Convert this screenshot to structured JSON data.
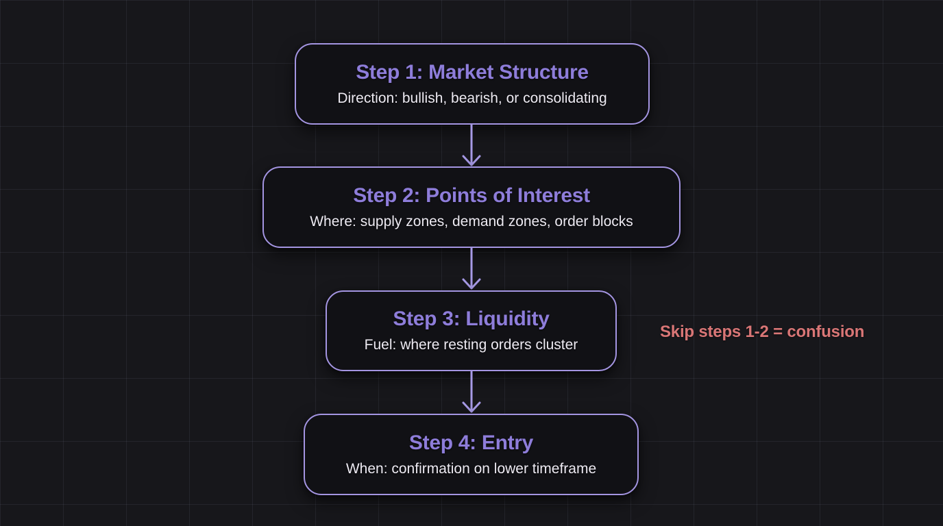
{
  "flowchart": {
    "steps": [
      {
        "title": "Step 1: Market Structure",
        "subtitle": "Direction: bullish, bearish, or consolidating"
      },
      {
        "title": "Step 2: Points of Interest",
        "subtitle": "Where: supply zones, demand zones, order blocks"
      },
      {
        "title": "Step 3: Liquidity",
        "subtitle": "Fuel: where resting orders cluster"
      },
      {
        "title": "Step 4: Entry",
        "subtitle": "When: confirmation on lower timeframe"
      }
    ],
    "annotation": {
      "text": "Skip steps 1-2 = confusion"
    },
    "colors": {
      "background": "#17171b",
      "grid_line": "#26262e",
      "box_background": "#111115",
      "box_border": "#a495e2",
      "title_text": "#8e7dda",
      "subtitle_text": "#edeaf2",
      "arrow": "#a79ae6",
      "annotation_text": "#d97676"
    }
  }
}
